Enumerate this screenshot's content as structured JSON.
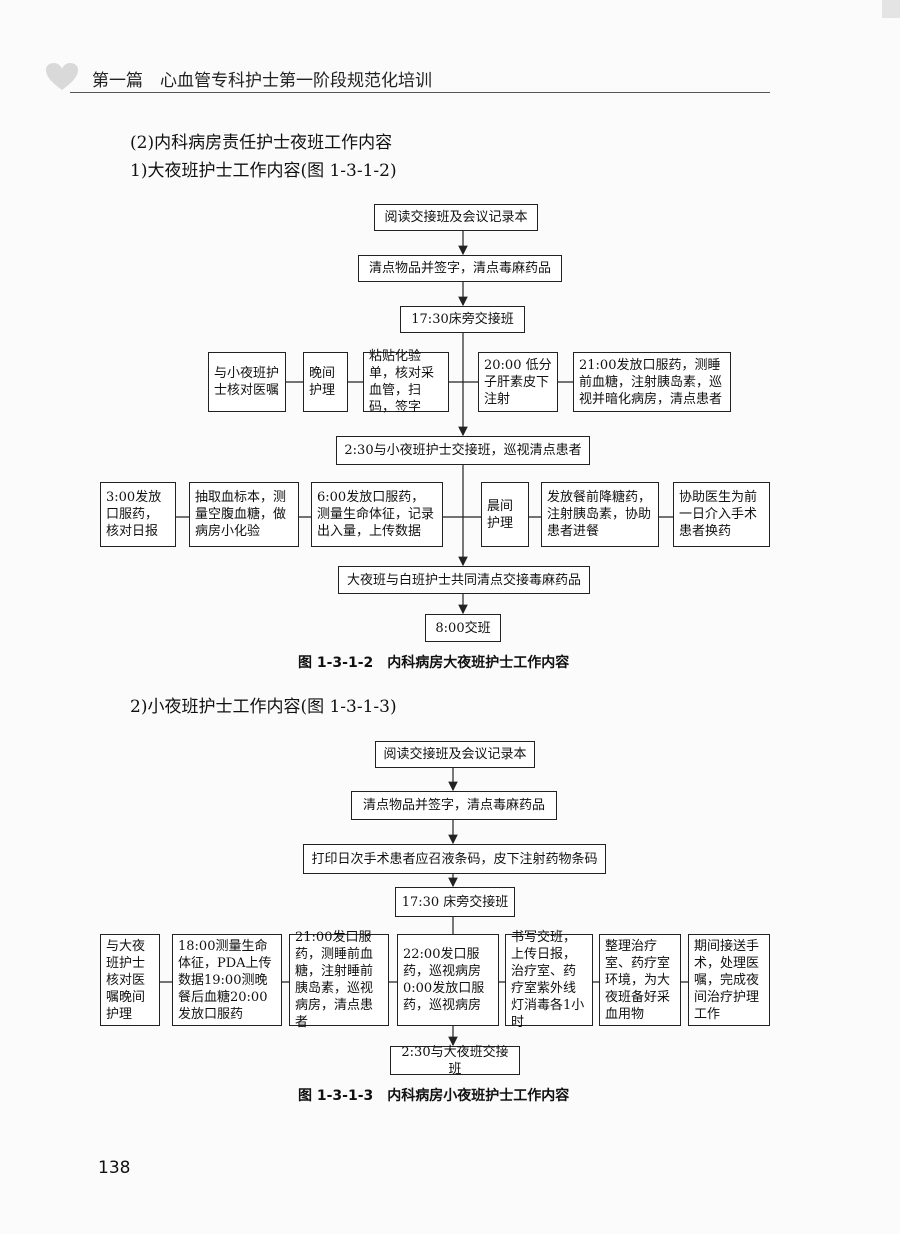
{
  "header": {
    "title": "第一篇　心血管专科护士第一阶段规范化培训"
  },
  "section": {
    "heading": "(2)内科病房责任护士夜班工作内容",
    "sub1": "1)大夜班护士工作内容(图 1-3-1-2)",
    "sub2": "2)小夜班护士工作内容(图 1-3-1-3)"
  },
  "figure1": {
    "caption": "图 1-3-1-2　内科病房大夜班护士工作内容",
    "boxes": [
      "阅读交接班及会议记录本",
      "清点物品并签字，清点毒麻药品",
      "17:30床旁交接班",
      "与小夜班护士核对医嘱",
      "晚间护理",
      "粘贴化验单，核对采血管，扫码，签字",
      "20:00 低分子肝素皮下注射",
      "21:00发放口服药，测睡前血糖，注射胰岛素，巡视并暗化病房，清点患者",
      "2:30与小夜班护士交接班，巡视清点患者",
      "3:00发放口服药，核对日报",
      "抽取血标本，测量空腹血糖，做病房小化验",
      "6:00发放口服药，测量生命体征，记录出入量，上传数据",
      "晨间护理",
      "发放餐前降糖药，注射胰岛素，协助患者进餐",
      "协助医生为前一日介入手术患者换药",
      "大夜班与白班护士共同清点交接毒麻药品",
      "8:00交班"
    ]
  },
  "figure2": {
    "caption": "图 1-3-1-3　内科病房小夜班护士工作内容",
    "boxes": [
      "阅读交接班及会议记录本",
      "清点物品并签字，清点毒麻药品",
      "打印日次手术患者应召液条码，皮下注射药物条码",
      "17:30 床旁交接班",
      "与大夜班护士核对医嘱晚间护理",
      "18:00测量生命体征，PDA上传数据19:00测晚餐后血糖20:00发放口服药",
      "21:00发口服药，测睡前血糖，注射睡前胰岛素，巡视病房，清点患者",
      "22:00发口服药，巡视病房0:00发放口服药，巡视病房",
      "书写交班，上传日报，治疗室、药疗室紫外线灯消毒各1小时",
      "整理治疗室、药疗室环境，为大夜班备好采血用物",
      "期间接送手术，处理医嘱，完成夜间治疗护理工作",
      "2:30与大夜班交接班"
    ]
  },
  "page_number": "138",
  "colors": {
    "line": "#222222",
    "heart": "#d9d9d9"
  }
}
